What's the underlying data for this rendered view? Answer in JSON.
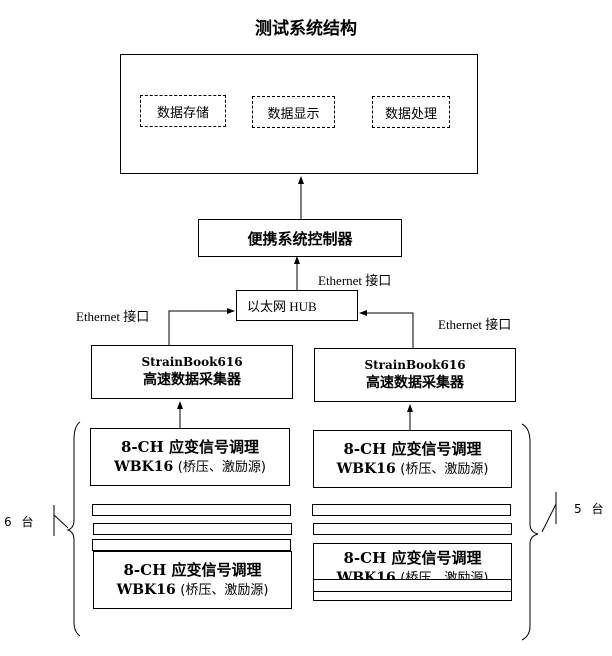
{
  "title": "测试系统结构",
  "pc_functions": [
    {
      "label": "数据存储"
    },
    {
      "label": "数据显示"
    },
    {
      "label": "数据处理"
    }
  ],
  "controller": {
    "label": "便携系统控制器"
  },
  "hub": {
    "label": "以太网 HUB"
  },
  "ethernet_labels": {
    "top": "Ethernet 接口",
    "left": "Ethernet 接口",
    "right": "Ethernet 接口"
  },
  "acquisition_units": [
    {
      "model": "StrainBook616",
      "label": "高速数据采集器"
    },
    {
      "model": "StrainBook616",
      "label": "高速数据采集器"
    }
  ],
  "conditioner": {
    "line1": "8-CH 应变信号调理",
    "model": "WBK16",
    "desc": "(桥压、激励源)"
  },
  "groups": {
    "left_count": "6 台",
    "right_count": "5 台"
  }
}
